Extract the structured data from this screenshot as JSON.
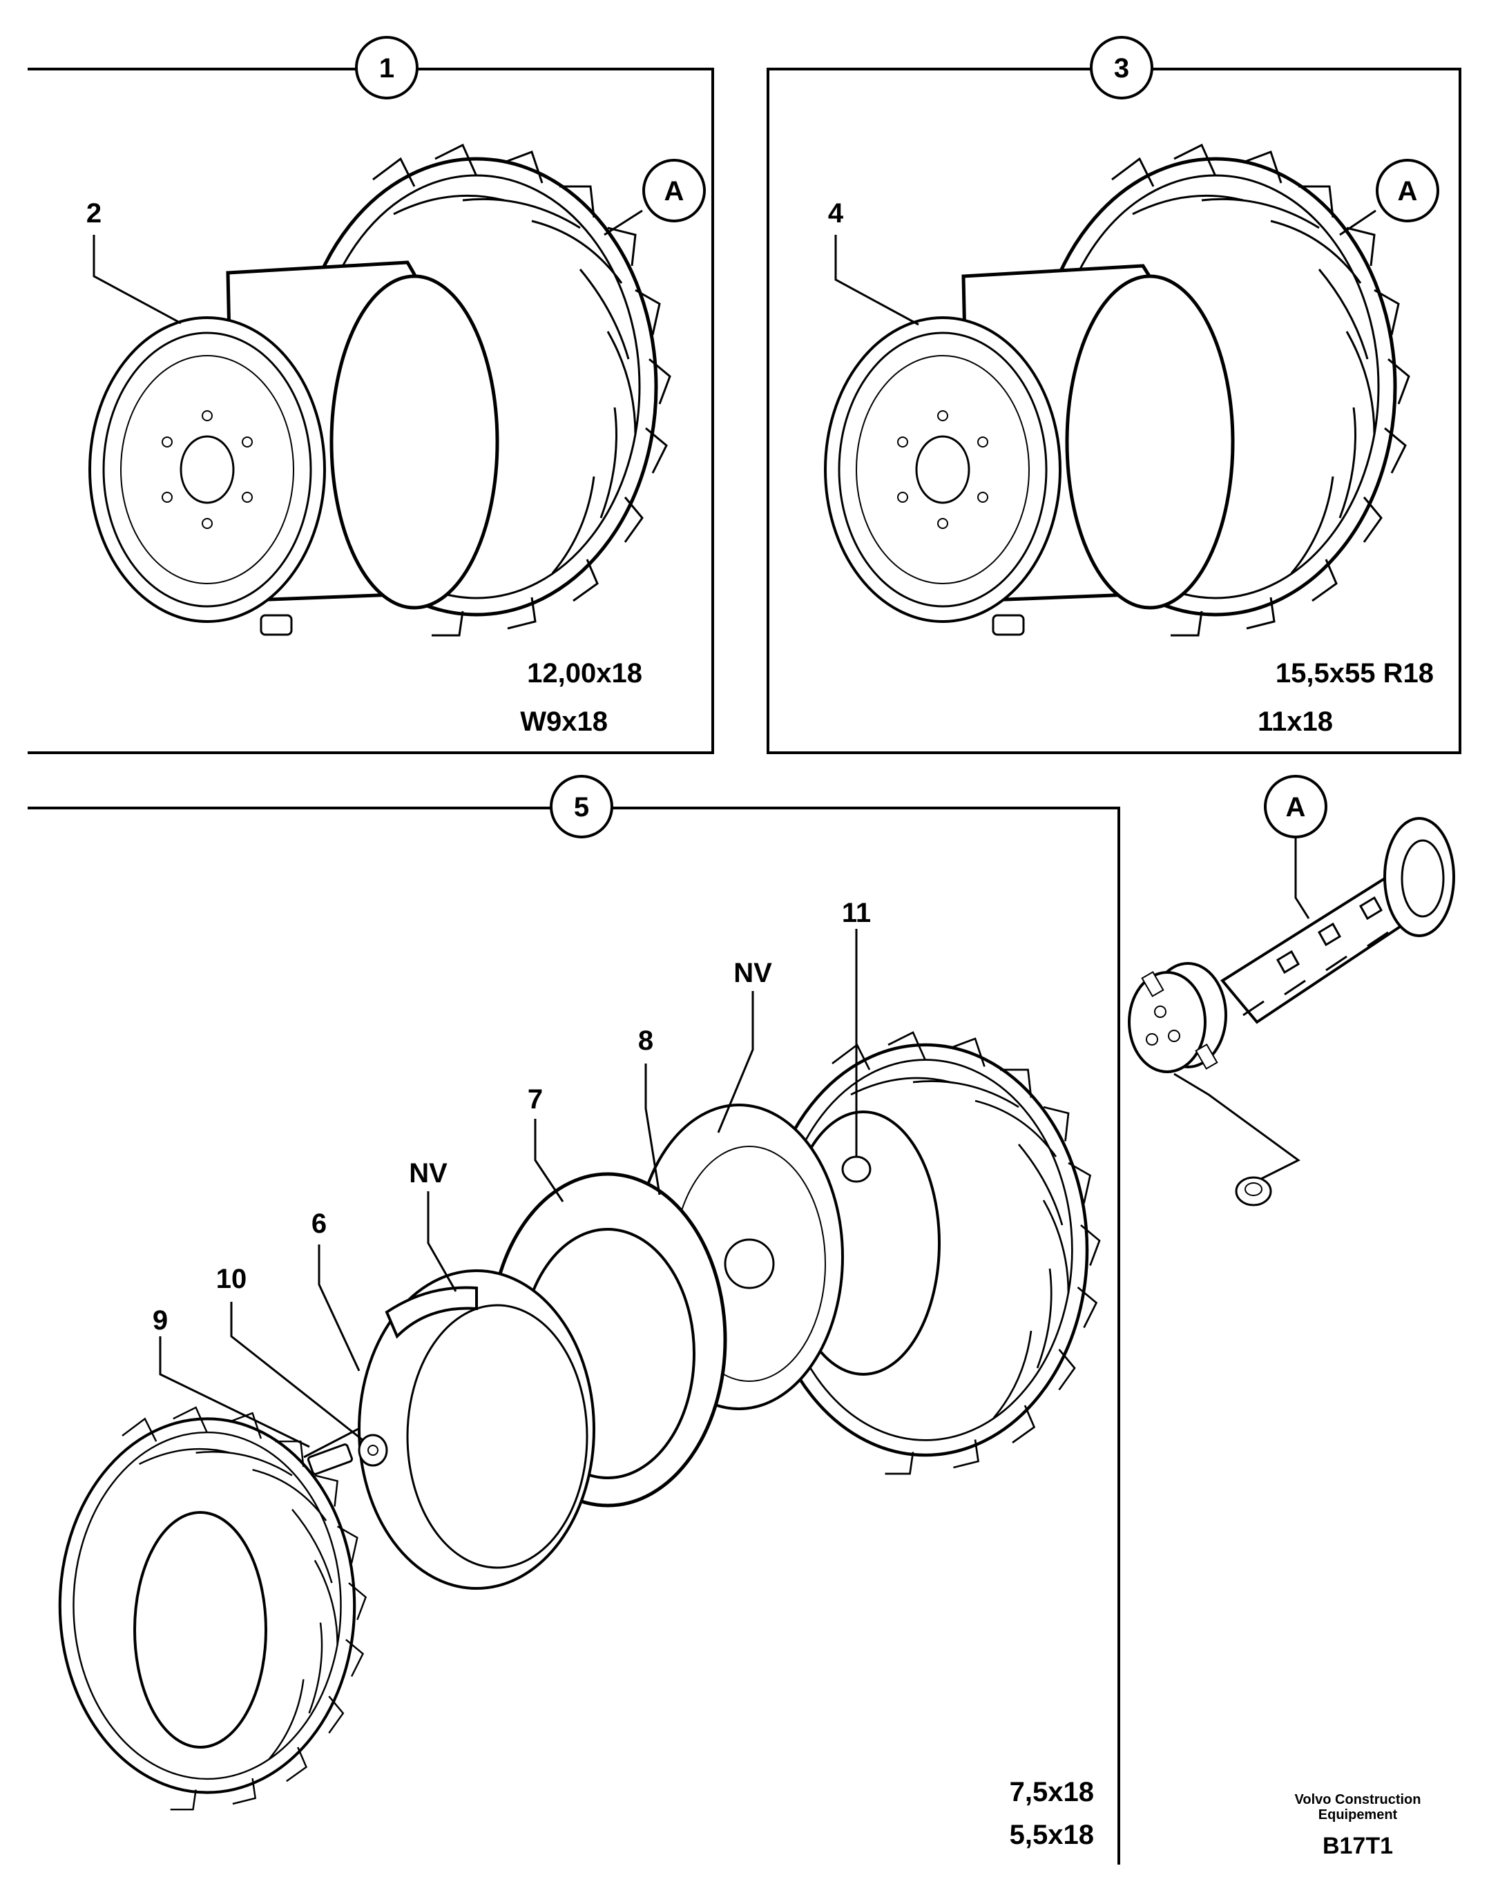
{
  "panels": [
    {
      "callout": "1",
      "detail_ref": "A",
      "item": "2",
      "tire_size": "12,00x18",
      "rim_size": "W9x18"
    },
    {
      "callout": "3",
      "detail_ref": "A",
      "item": "4",
      "tire_size": "15,5x55 R18",
      "rim_size": "11x18"
    },
    {
      "callout": "5",
      "tire_size": "7,5x18",
      "rim_size": "5,5x18",
      "items": {
        "p6": "6",
        "p7": "7",
        "p8": "8",
        "p9": "9",
        "p10": "10",
        "p11": "11",
        "nv1": "NV",
        "nv2": "NV"
      }
    }
  ],
  "detail": {
    "callout": "A"
  },
  "footer": {
    "company_line1": "Volvo Construction",
    "company_line2": "Equipement",
    "code": "B17T1"
  }
}
